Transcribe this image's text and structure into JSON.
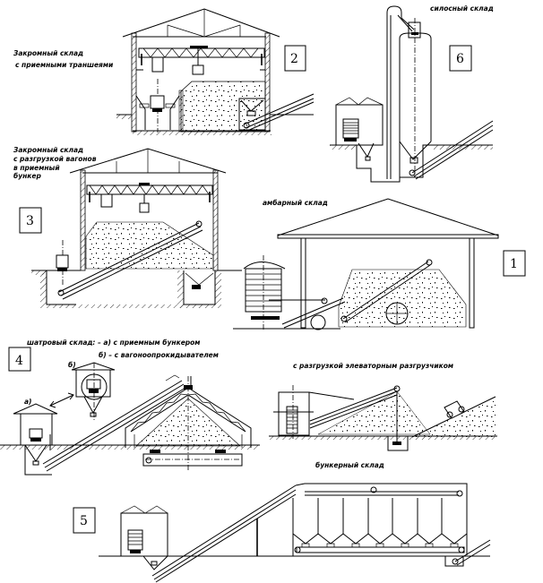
{
  "title": "Схемы складов сыпучих грузов",
  "schemes": [
    {
      "number": "1",
      "label": "амбарный склад"
    },
    {
      "number": "2",
      "label_line1": "Закромный склад",
      "label_line2": "с приемными траншеями"
    },
    {
      "number": "3",
      "label_line1": "Закромный склад",
      "label_line2": "с разгрузкой вагонов",
      "label_line3": "в приемный",
      "label_line4": "бункер"
    },
    {
      "number": "4",
      "label_line1": "шатровый склад: – а) с приемным бункером",
      "label_line2": "б) – с вагоноопрокидывателем",
      "variant_a": "а)",
      "variant_b": "б)"
    },
    {
      "number": "5",
      "label": "бункерный склад"
    },
    {
      "number": "6",
      "label": "силосный склад"
    }
  ],
  "extra_labels": {
    "elevator_unloader": "с разгрузкой элеваторным разгрузчиком"
  },
  "colors": {
    "line": "#000000",
    "background": "#ffffff"
  }
}
